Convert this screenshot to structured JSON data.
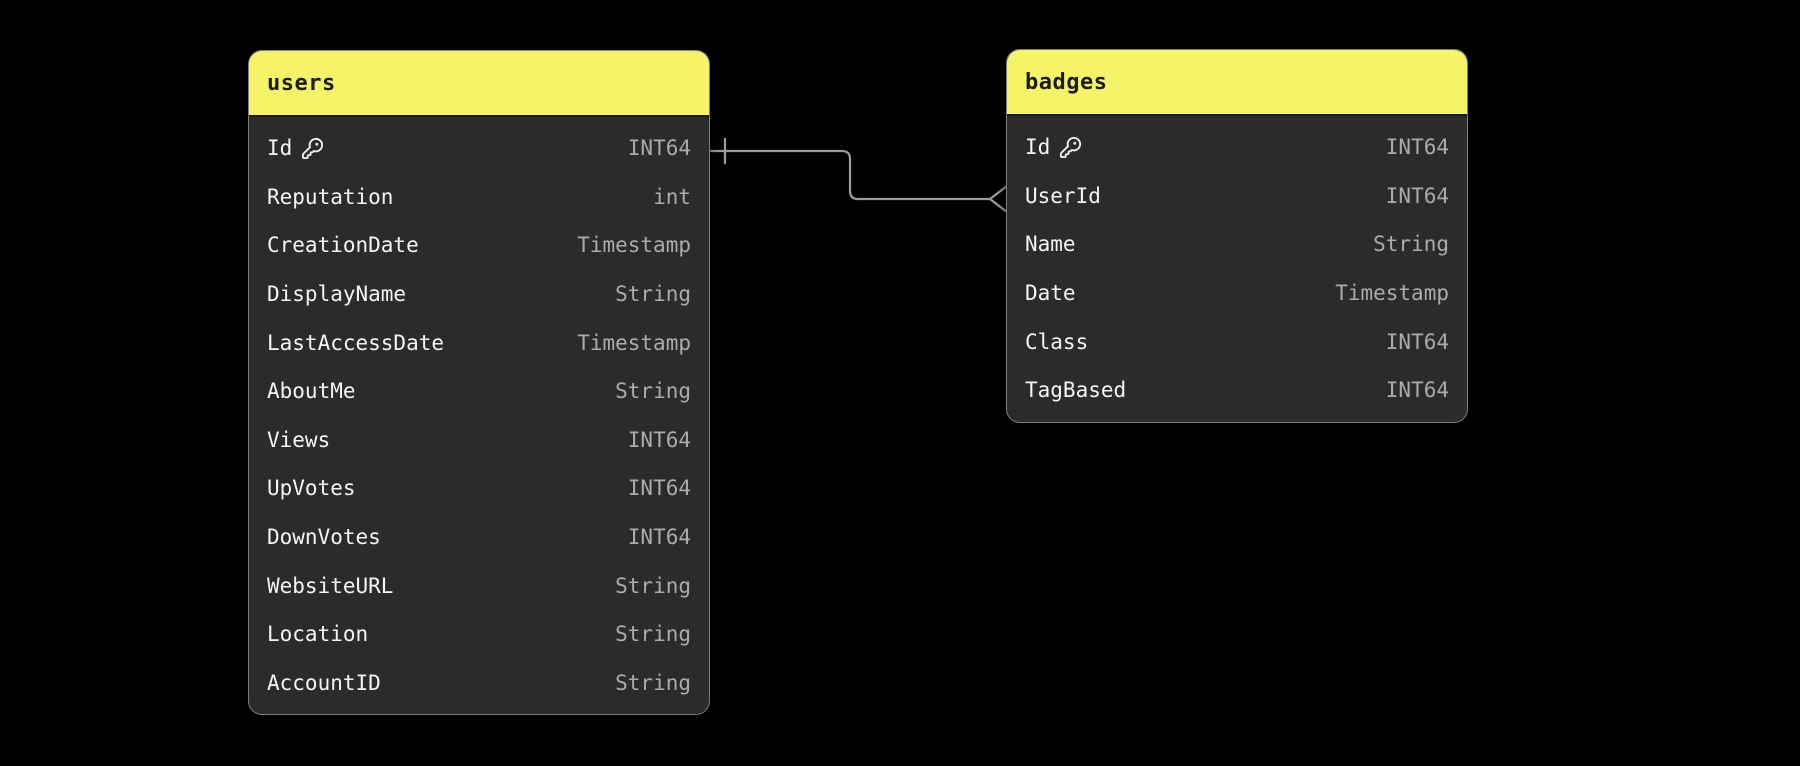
{
  "app": {
    "title": "database-er-diagram"
  },
  "colors": {
    "background": "#000000",
    "table_header_background": "#f5f469",
    "table_header_text": "#1c1c1c",
    "table_body_background": "#2b2b2b",
    "table_border": "#7e7e7e",
    "field_name_text": "#f5f5f5",
    "field_type_text": "#ababab",
    "relationship_line": "#9b9b9b",
    "key_icon": "#ededed"
  },
  "tables": [
    {
      "name": "users",
      "fields": [
        {
          "name": "Id",
          "type": "INT64",
          "primary_key": true,
          "icon": "key-icon"
        },
        {
          "name": "Reputation",
          "type": "int",
          "primary_key": false
        },
        {
          "name": "CreationDate",
          "type": "Timestamp",
          "primary_key": false
        },
        {
          "name": "DisplayName",
          "type": "String",
          "primary_key": false
        },
        {
          "name": "LastAccessDate",
          "type": "Timestamp",
          "primary_key": false
        },
        {
          "name": "AboutMe",
          "type": "String",
          "primary_key": false
        },
        {
          "name": "Views",
          "type": "INT64",
          "primary_key": false
        },
        {
          "name": "UpVotes",
          "type": "INT64",
          "primary_key": false
        },
        {
          "name": "DownVotes",
          "type": "INT64",
          "primary_key": false
        },
        {
          "name": "WebsiteURL",
          "type": "String",
          "primary_key": false
        },
        {
          "name": "Location",
          "type": "String",
          "primary_key": false
        },
        {
          "name": "AccountID",
          "type": "String",
          "primary_key": false
        }
      ]
    },
    {
      "name": "badges",
      "fields": [
        {
          "name": "Id",
          "type": "INT64",
          "primary_key": true,
          "icon": "key-icon"
        },
        {
          "name": "UserId",
          "type": "INT64",
          "primary_key": false
        },
        {
          "name": "Name",
          "type": "String",
          "primary_key": false
        },
        {
          "name": "Date",
          "type": "Timestamp",
          "primary_key": false
        },
        {
          "name": "Class",
          "type": "INT64",
          "primary_key": false
        },
        {
          "name": "TagBased",
          "type": "INT64",
          "primary_key": false
        }
      ]
    }
  ],
  "relationships": [
    {
      "from_table": "users",
      "from_field": "Id",
      "from_cardinality": "one",
      "to_table": "badges",
      "to_field": "UserId",
      "to_cardinality": "many"
    }
  ]
}
